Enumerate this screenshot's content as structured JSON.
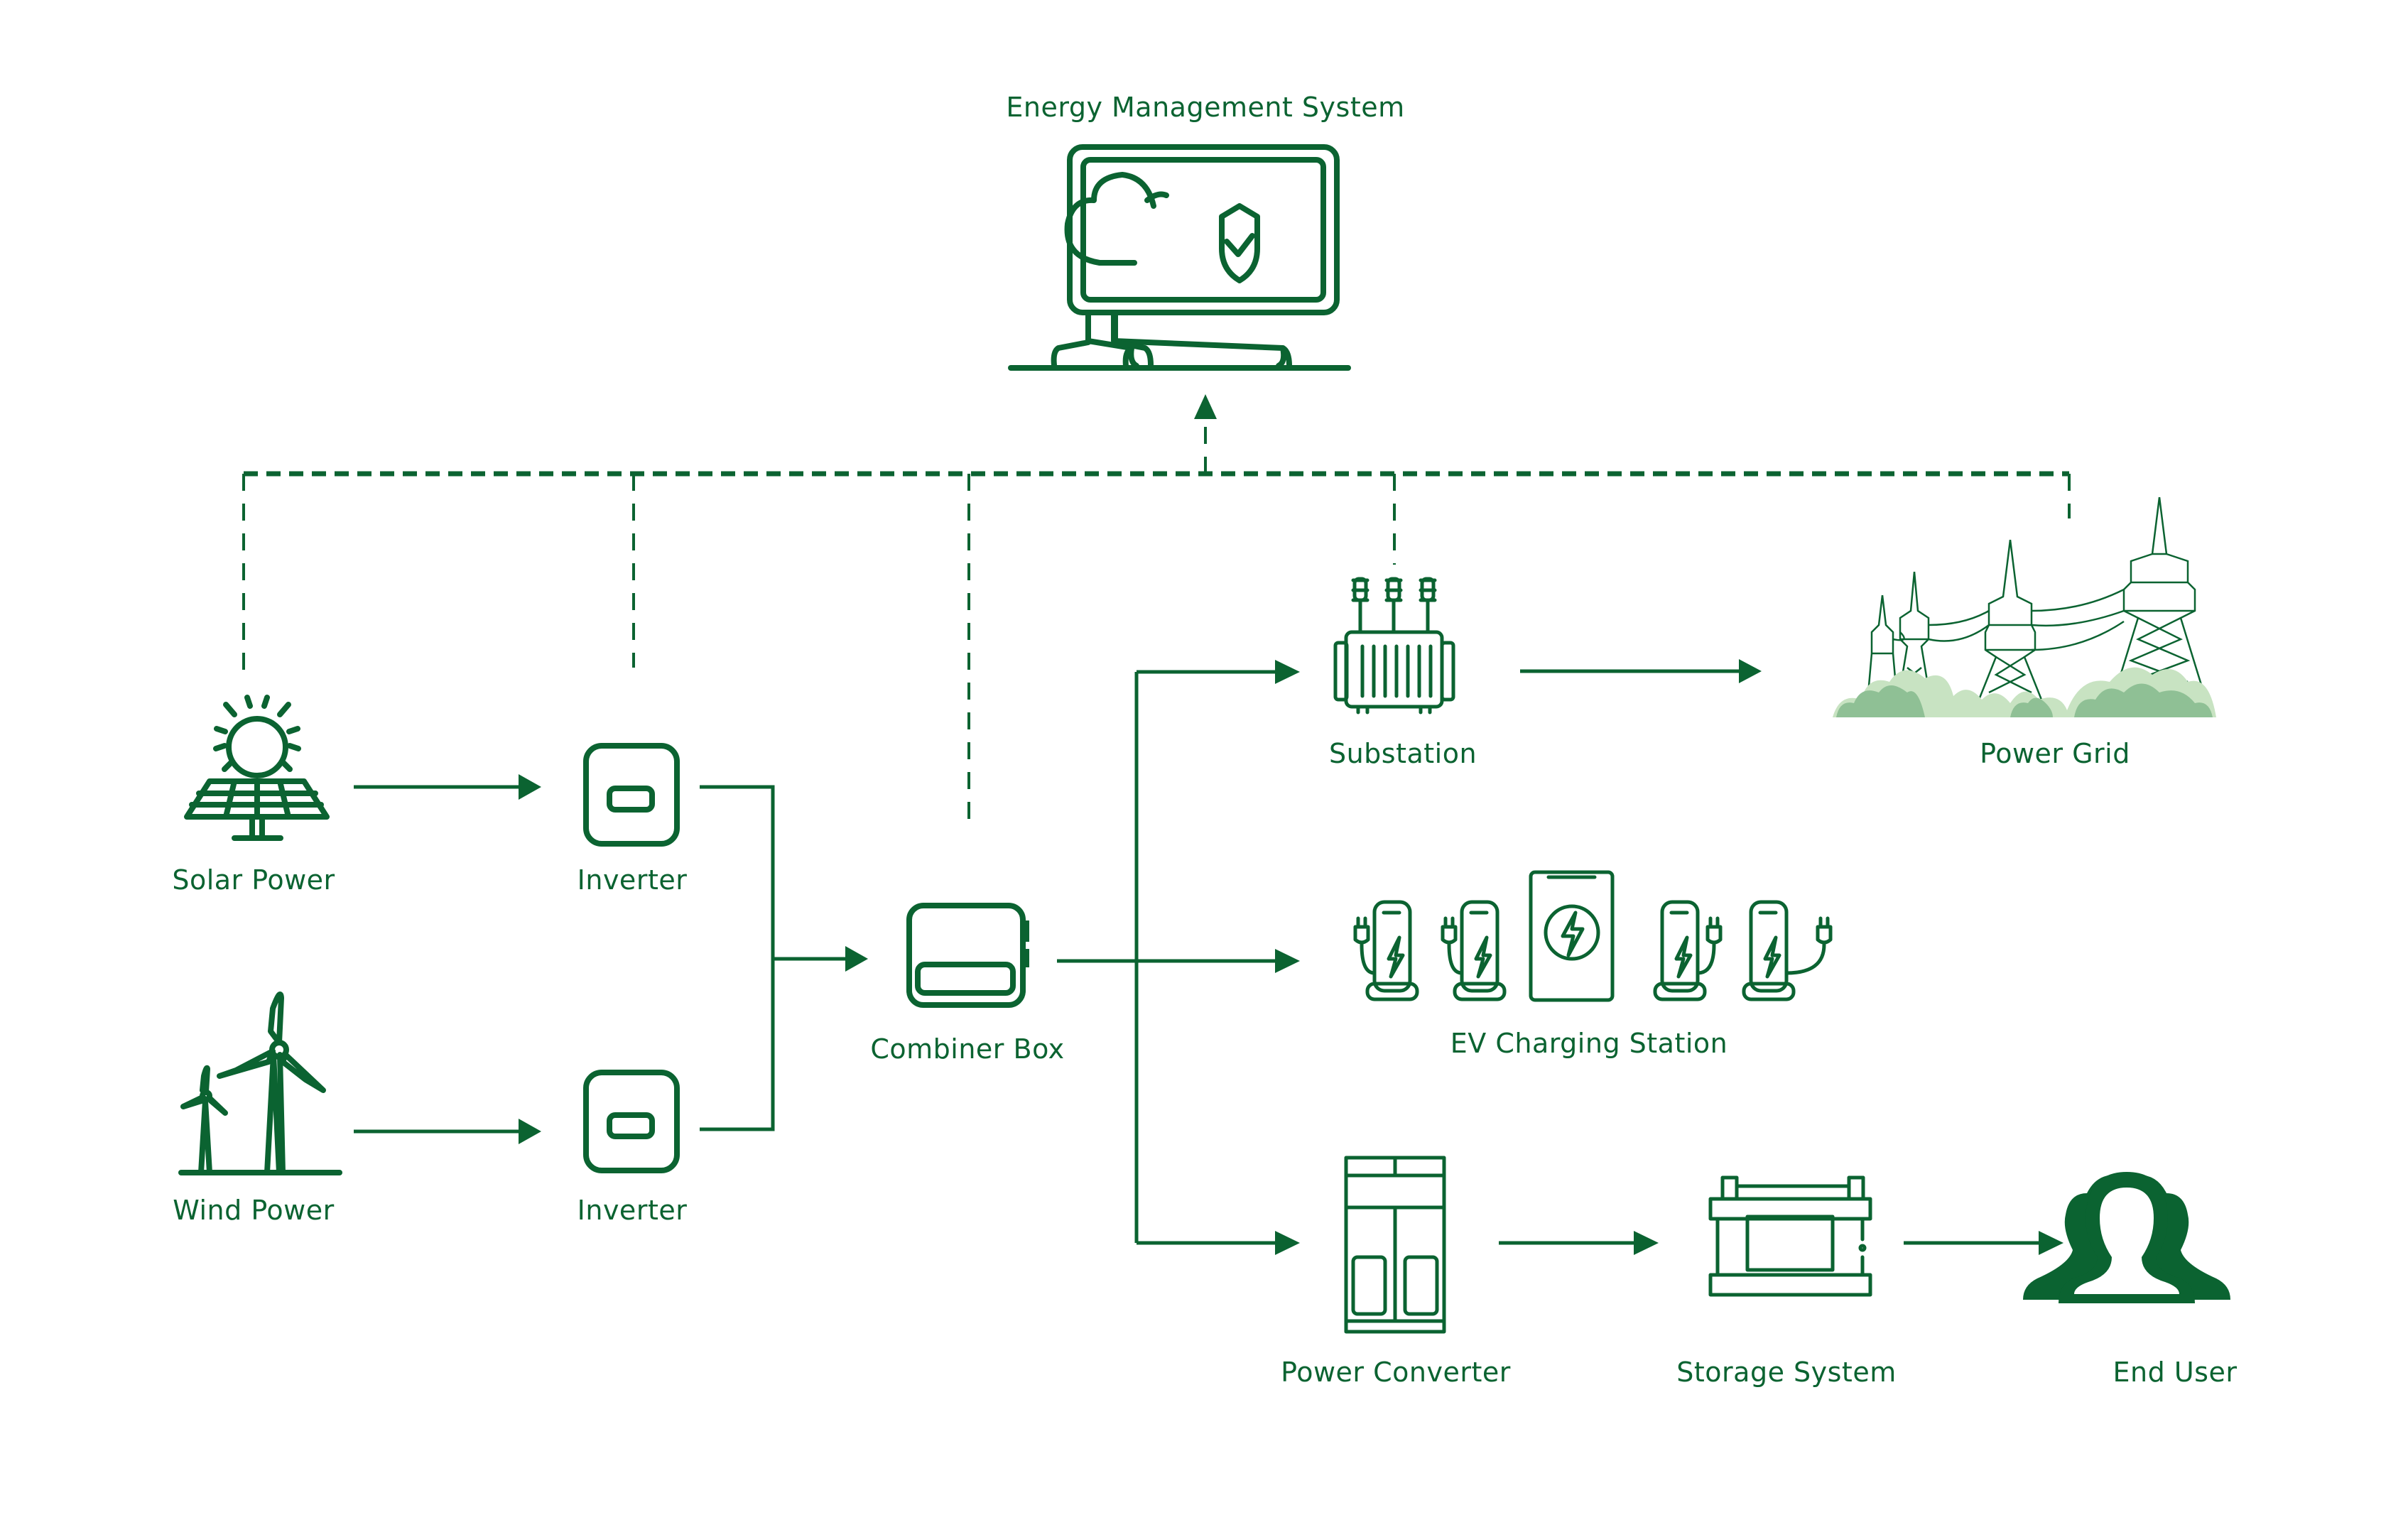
{
  "diagram": {
    "title": "Energy Management System",
    "nodes": {
      "ems": {
        "label": "Energy Management System",
        "icon": "monitor-cloud-shield-icon"
      },
      "solar": {
        "label": "Solar Power",
        "icon": "solar-panel-icon"
      },
      "wind": {
        "label": "Wind Power",
        "icon": "wind-turbine-icon"
      },
      "inverter1": {
        "label": "Inverter",
        "icon": "inverter-icon"
      },
      "inverter2": {
        "label": "Inverter",
        "icon": "inverter-icon"
      },
      "combiner": {
        "label": "Combiner Box",
        "icon": "combiner-box-icon"
      },
      "substation": {
        "label": "Substation",
        "icon": "transformer-icon"
      },
      "grid": {
        "label": "Power Grid",
        "icon": "transmission-tower-icon"
      },
      "ev": {
        "label": "EV Charging Station",
        "icon": "ev-charger-icon"
      },
      "converter": {
        "label": "Power Converter",
        "icon": "power-cabinet-icon"
      },
      "storage": {
        "label": "Storage System",
        "icon": "battery-icon"
      },
      "enduser": {
        "label": "End User",
        "icon": "user-group-icon"
      }
    },
    "power_flows": [
      {
        "from": "Solar Power",
        "to": "Inverter"
      },
      {
        "from": "Wind Power",
        "to": "Inverter"
      },
      {
        "from": "Inverter",
        "to": "Combiner Box"
      },
      {
        "from": "Combiner Box",
        "to": "Substation"
      },
      {
        "from": "Combiner Box",
        "to": "EV Charging Station"
      },
      {
        "from": "Combiner Box",
        "to": "Power Converter"
      },
      {
        "from": "Substation",
        "to": "Power Grid"
      },
      {
        "from": "Power Converter",
        "to": "Storage System"
      },
      {
        "from": "Storage System",
        "to": "End User"
      }
    ],
    "data_links": [
      {
        "from": "Solar Power",
        "to": "Energy Management System"
      },
      {
        "from": "Inverter",
        "to": "Energy Management System"
      },
      {
        "from": "Combiner Box",
        "to": "Energy Management System"
      },
      {
        "from": "Substation",
        "to": "Energy Management System"
      },
      {
        "from": "Power Grid",
        "to": "Energy Management System"
      }
    ],
    "colors": {
      "primary": "#0b6331",
      "bush_light": "#c8e3c2",
      "bush_dark": "#8fc095",
      "background": "#ffffff"
    }
  }
}
